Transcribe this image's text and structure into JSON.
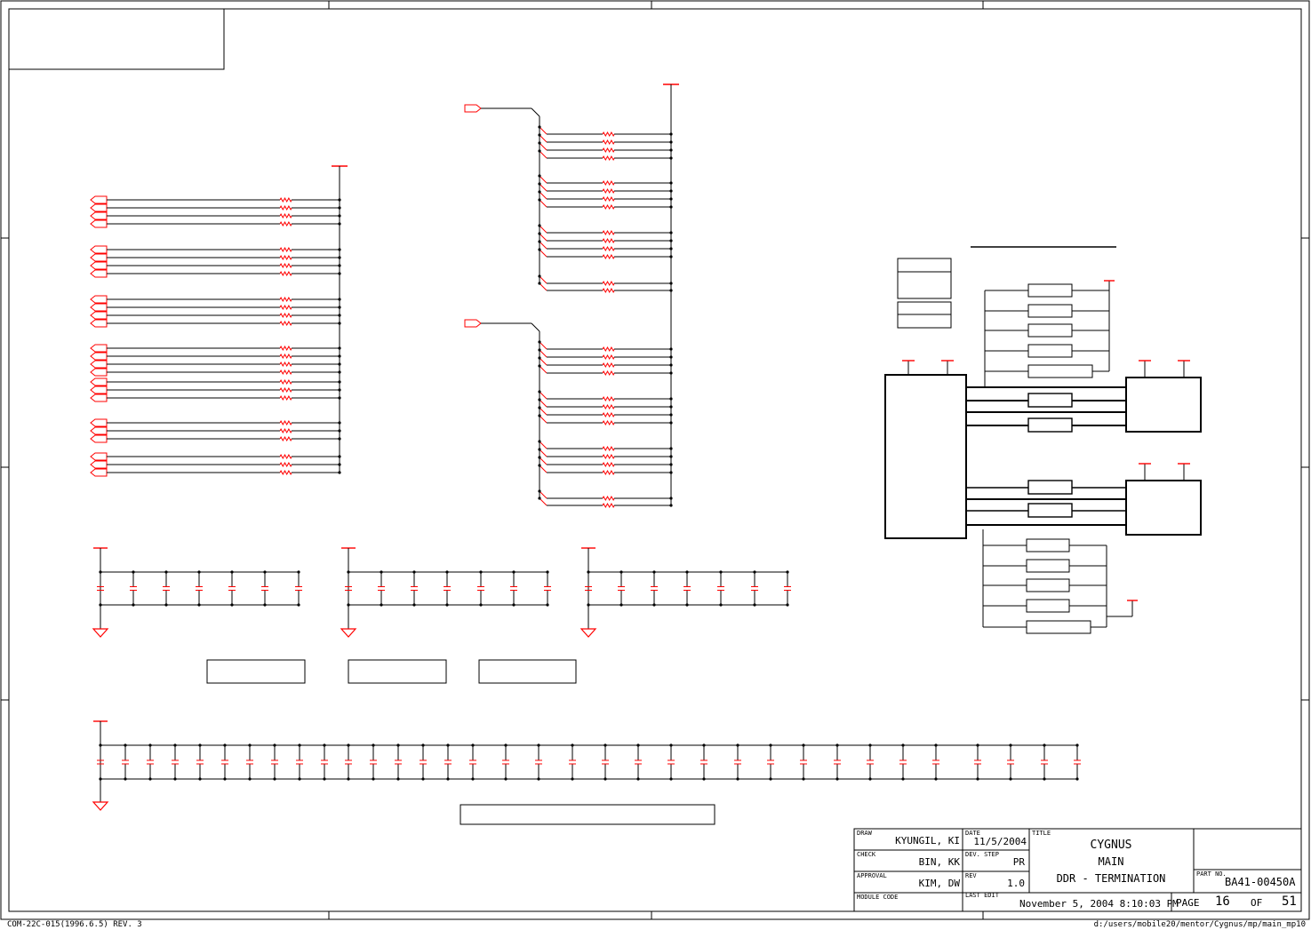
{
  "footer": {
    "form_id": "COM-22C-015(1996.6.5) REV. 3",
    "file_path": "d:/users/mobile20/mentor/Cygnus/mp/main_mp10"
  },
  "title_block": {
    "draw_label": "DRAW",
    "draw_value": "KYUNGIL, KI",
    "check_label": "CHECK",
    "check_value": "BIN, KK",
    "approval_label": "APPROVAL",
    "approval_value": "KIM, DW",
    "module_code_label": "MODULE CODE",
    "date_label": "DATE",
    "date_value": "11/5/2004",
    "dev_step_label": "DEV. STEP",
    "dev_step_value": "PR",
    "rev_label": "REV",
    "rev_value": "1.0",
    "last_edit_label": "LAST EDIT",
    "last_edit_value": "November 5, 2004  8:10:03 PM",
    "title_label": "TITLE",
    "title_line1": "CYGNUS",
    "title_line2": "MAIN",
    "title_line3": "DDR - TERMINATION",
    "part_no_label": "PART NO.",
    "part_no_value": "BA41-00450A",
    "page_label": "PAGE",
    "page_value": "16",
    "of_label": "OF",
    "total_pages": "51"
  },
  "colors": {
    "component": "#ff0000",
    "wire": "#000000",
    "background": "#ffffff"
  }
}
